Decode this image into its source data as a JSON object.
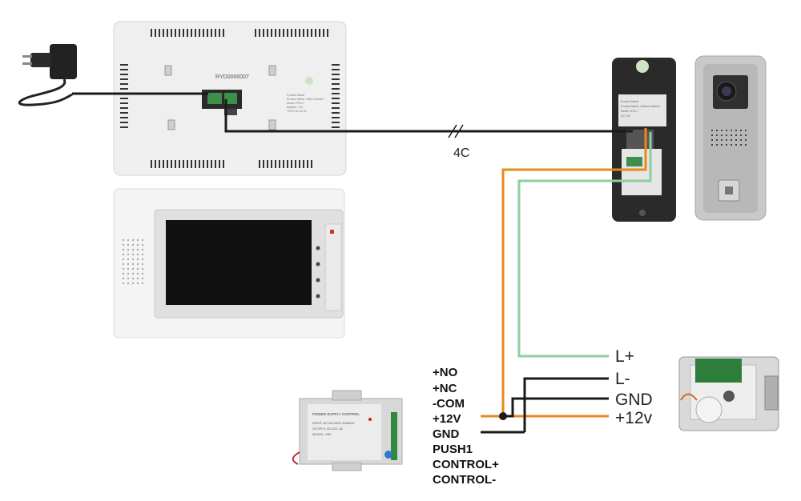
{
  "monitor_back": {
    "model_id": "RYD0000007",
    "label_lines": [
      "Product Name",
      "Product Name: Video Monitor",
      "Model: RYD-7",
      "Adapter: 12V",
      "YRCV-00-01-01"
    ]
  },
  "doorbell_back_label": [
    "Product Name",
    "Product Name: Outdoor Station",
    "Model: RYD-7",
    "DC 12V"
  ],
  "cable": {
    "label": "4C"
  },
  "power_supply": {
    "title": "POWER SUPPLY CONTROL",
    "specs": [
      "INPUT: AC110-240V 50/60HZ",
      "OUTPUT: DC12V, 3A",
      "MODEL: K80"
    ],
    "terminals": [
      "+NO",
      "+NC",
      "-COM",
      "+12V",
      "GND",
      "PUSH1",
      "CONTROL+",
      "CONTROL-"
    ]
  },
  "lock_terminals": [
    "L+",
    "L-",
    "GND",
    "+12v"
  ],
  "colors": {
    "wire_black": "#1a1a1a",
    "wire_orange": "#e8891a",
    "wire_green": "#8fcf9a",
    "panel_white": "#f2f2f2",
    "doorbell_black": "#2a2a2a",
    "doorbell_silver": "#bdbdbd"
  }
}
